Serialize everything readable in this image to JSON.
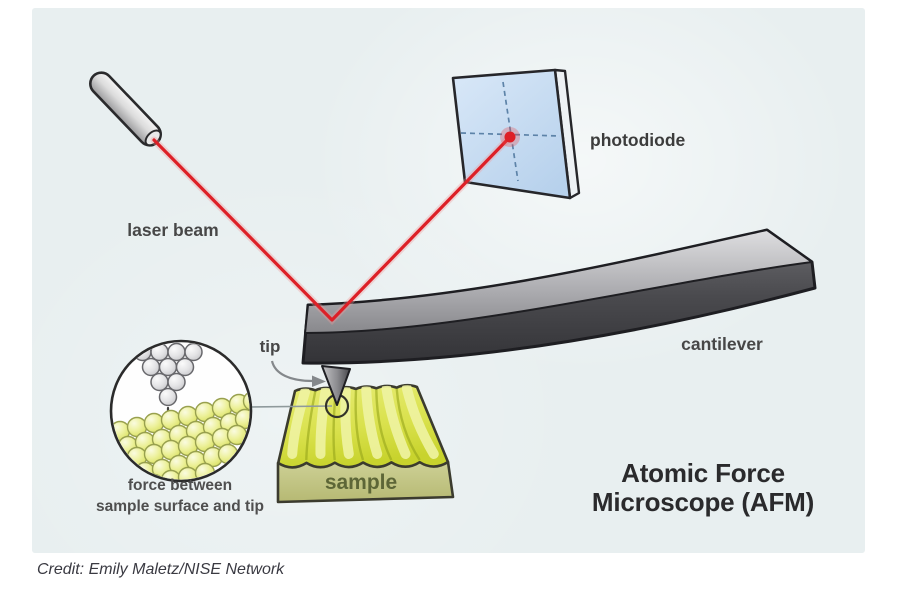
{
  "diagram": {
    "title": {
      "line1": "Atomic Force",
      "line2": "Microscope (AFM)"
    },
    "labels": {
      "laser_beam": "laser beam",
      "photodiode": "photodiode",
      "tip": "tip",
      "cantilever": "cantilever",
      "sample": "sample"
    },
    "inset_caption": {
      "line1": "force between",
      "line2": "sample surface and tip"
    },
    "colors": {
      "panel_background": "#e8eff0",
      "laser_red": "#dd2027",
      "photodiode_blue": "#c6dcf2",
      "cantilever_grey": "#4a4a4e",
      "sample_top_yellow": "#d9e14c",
      "sample_front_olive": "#c5c88c",
      "label_text": "#474747",
      "title_text": "#2a2a2c"
    }
  },
  "credit": "Credit: Emily Maletz/NISE Network"
}
